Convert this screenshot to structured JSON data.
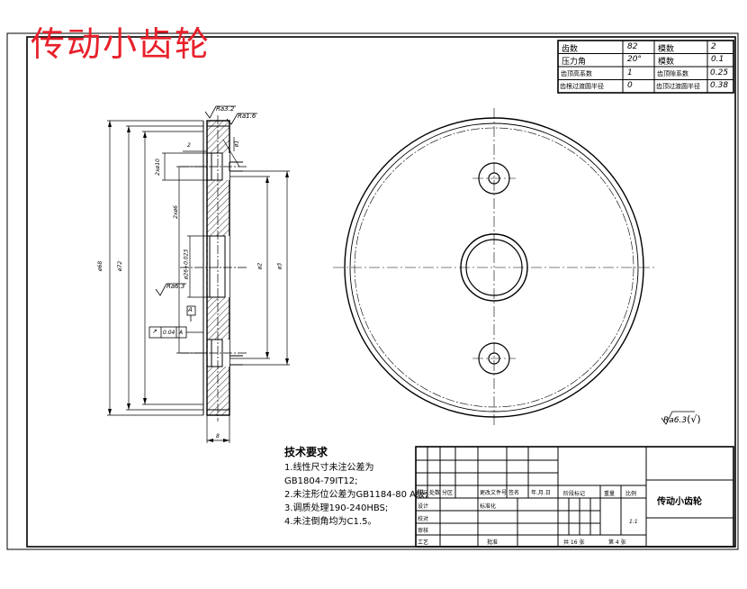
{
  "title": "传动小齿轮",
  "params_table": {
    "rows": [
      [
        "齿数",
        "82",
        "模数",
        "2"
      ],
      [
        "压力角",
        "20°",
        "模数",
        "0.1"
      ],
      [
        "齿顶高系数",
        "1",
        "齿顶隙系数",
        "0.25"
      ],
      [
        "齿根过渡圆半径",
        "0",
        "齿顶过渡圆半径",
        "0.38"
      ]
    ]
  },
  "section_view": {
    "roughness_top_1": "Ra3.2",
    "roughness_top_2": "Ra1.6",
    "roughness_left": "Ra6.3",
    "datum": "A",
    "tolerance_symbol": "↗",
    "tolerance_value": "0.04",
    "tolerance_datum": "A",
    "dim_z": "2",
    "dim_d1": "ø1",
    "dim_width": "8",
    "dim_hole_small": "2xø10",
    "dim_hole_pitch": "2xø6",
    "dim_bore": "ø26+0.023",
    "dim_d_inner1": "ø2",
    "dim_d_inner2": "ø3",
    "dim_outer1": "ø68",
    "dim_outer2": "ø72"
  },
  "rough_default": "Ra6.3",
  "rough_default_suffix": "(√)",
  "tech_req": {
    "heading": "技术要求",
    "items": [
      "1.线性尺寸未注公差为",
      "GB1804-79IT12;",
      "2.未注形位公差为GB1184-80 A级;",
      "3.调质处理190-240HBS;",
      "4.未注倒角均为C1.5。"
    ]
  },
  "title_block": {
    "name": "传动小齿轮",
    "labels": {
      "mark": "标记",
      "count": "处数",
      "zone": "分区",
      "change_doc": "更改文件号",
      "sign": "签名",
      "date": "年.月.日",
      "design": "设计",
      "check": "校对",
      "review": "审核",
      "craft": "工艺",
      "standard": "标准化",
      "approve": "批准",
      "stage_mark": "阶段标记",
      "weight": "重量",
      "scale": "比例",
      "scale_value": "1:1",
      "total_pages": "共 16 张",
      "page": "第 4 张"
    }
  }
}
